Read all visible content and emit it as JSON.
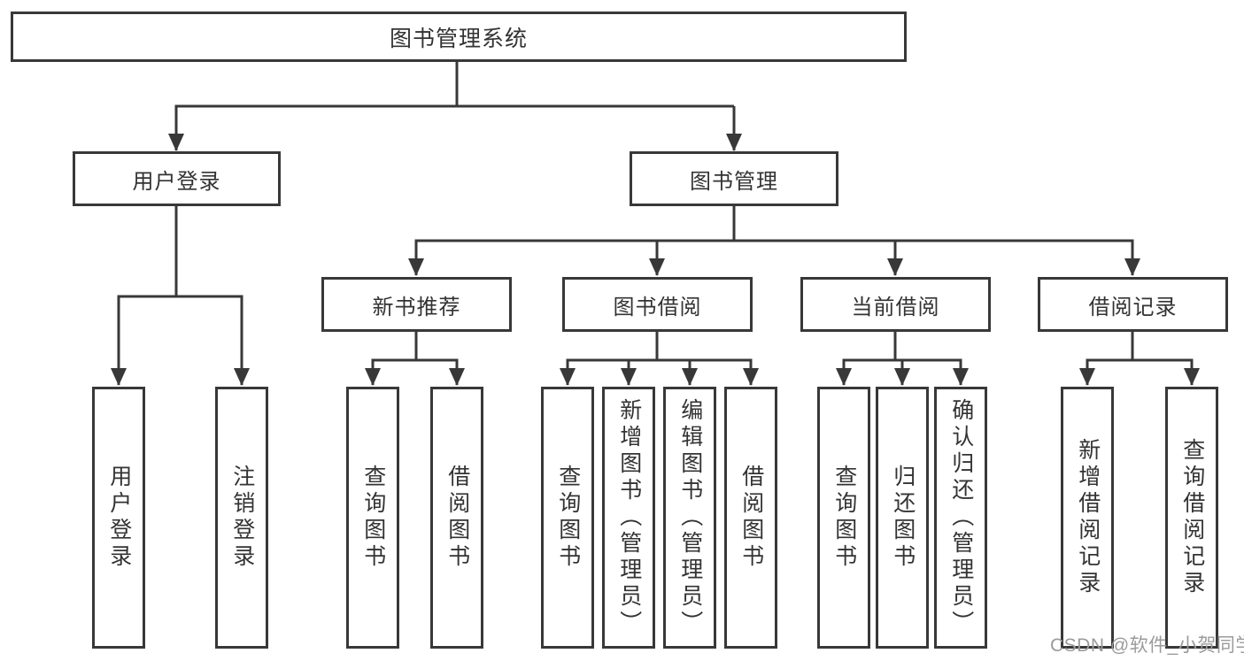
{
  "diagram": {
    "root": {
      "label": "图书管理系统"
    },
    "level2": [
      {
        "label": "用户登录"
      },
      {
        "label": "图书管理"
      }
    ],
    "level3": [
      {
        "label": "新书推荐"
      },
      {
        "label": "图书借阅"
      },
      {
        "label": "当前借阅"
      },
      {
        "label": "借阅记录"
      }
    ],
    "leaves": {
      "user_login": [
        "用户登录",
        "注销登录"
      ],
      "new_book_recommend": [
        "查询图书",
        "借阅图书"
      ],
      "book_borrowing": [
        "查询图书",
        "新增图书（管理员）",
        "编辑图书（管理员）",
        "借阅图书"
      ],
      "current_borrowing": [
        "查询图书",
        "归还图书",
        "确认归还（管理员）"
      ],
      "borrowing_records": [
        "新增借阅记录",
        "查询借阅记录"
      ]
    }
  },
  "watermark": {
    "text": "CSDN @软件_小贺同学"
  },
  "colors": {
    "line": "#383838",
    "text": "#333333",
    "watermark": "#9b9b9b",
    "background": "#ffffff"
  }
}
